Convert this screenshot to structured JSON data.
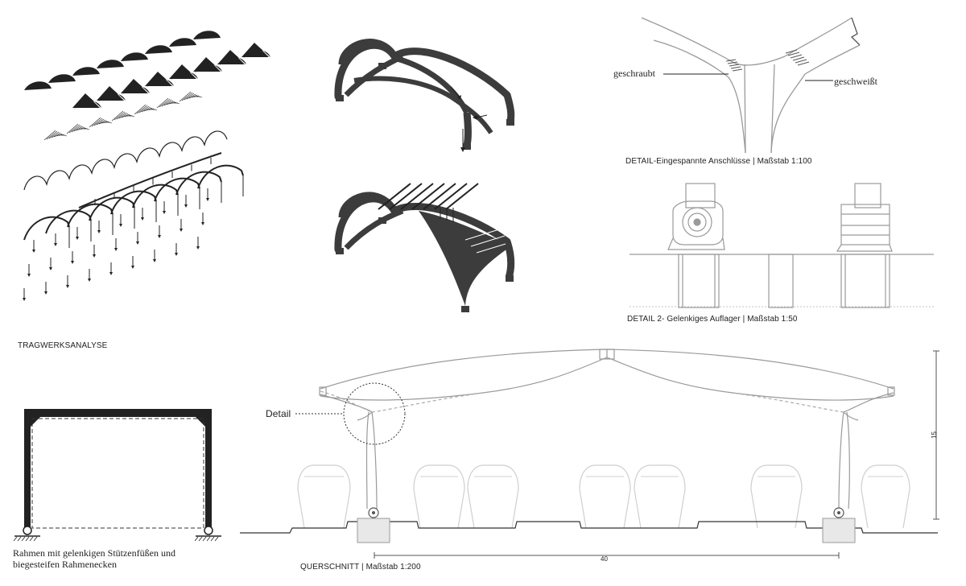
{
  "labels": {
    "structural_analysis": "TRAGWERKSANALYSE",
    "frame_caption_line1": "Rahmen mit gelenkigen Stützenfüßen und",
    "frame_caption_line2": "biegesteifen Rahmenecken",
    "detail_bolted": "geschraubt",
    "detail_welded": "geschweißt",
    "detail1_title": "DETAIL-Eingespannte Anschlüsse | Maßstab 1:100",
    "detail2_title": "DETAIL 2- Gelenkiges Auflager |  Maßstab 1:50",
    "section_detail": "Detail",
    "section_title": "QUERSCHNITT  |  Maßstab 1:200",
    "dim_width": "40",
    "dim_height": "15"
  },
  "colors": {
    "ink": "#222222",
    "line": "#9a9a9a",
    "faint": "#c8c8c8",
    "fill_dark": "#3c3c3c"
  }
}
